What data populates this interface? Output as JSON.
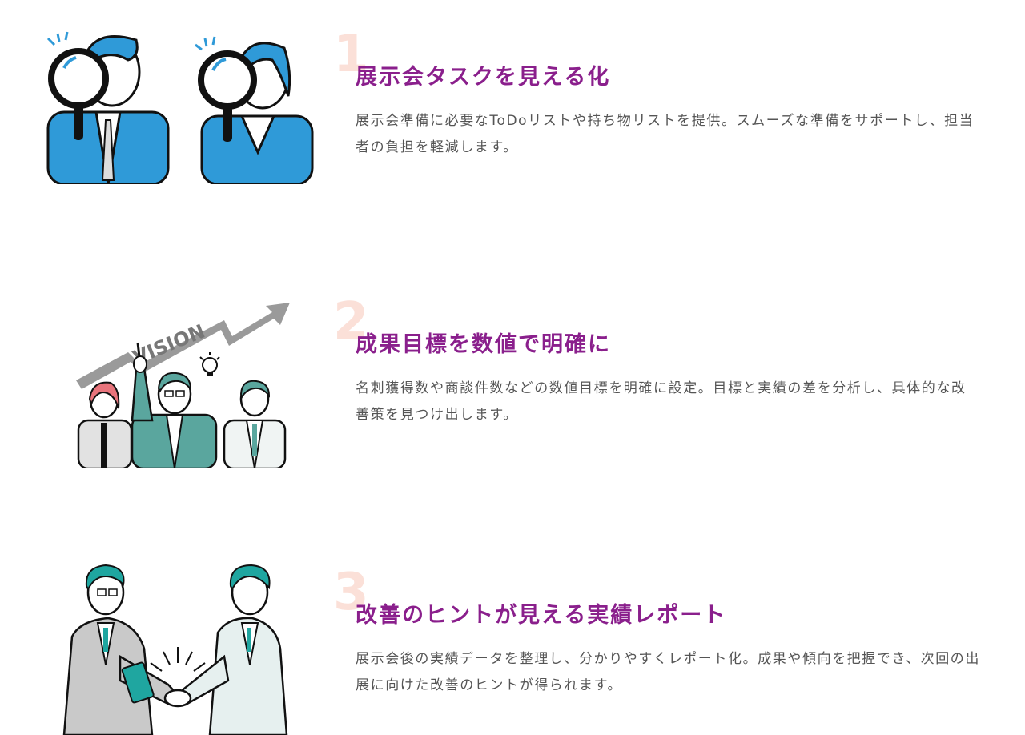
{
  "features": [
    {
      "number": "1",
      "title": "展示会タスクを見える化",
      "description": "展示会準備に必要なToDoリストや持ち物リストを提供。スムーズな準備をサポートし、担当者の負担を軽減します。",
      "illustration": "magnifier-people-icon"
    },
    {
      "number": "2",
      "title": "成果目標を数値で明確に",
      "description": "名刺獲得数や商談件数などの数値目標を明確に設定。目標と実績の差を分析し、具体的な改善策を見つけ出します。",
      "illustration": "vision-arrow-team-icon",
      "illustration_label": "VISION"
    },
    {
      "number": "3",
      "title": "改善のヒントが見える実績レポート",
      "description": "展示会後の実績データを整理し、分かりやすくレポート化。成果や傾向を把握でき、次回の出展に向けた改善のヒントが得られます。",
      "illustration": "handshake-icon"
    }
  ],
  "colors": {
    "title": "#8a1f8c",
    "number": "#fbe0d8",
    "body_text": "#555555",
    "suit_blue": "#2f9ad8",
    "suit_teal": "#5aa69e",
    "hair_teal": "#1fa6a0",
    "arrow_gray": "#9a9a9a"
  }
}
